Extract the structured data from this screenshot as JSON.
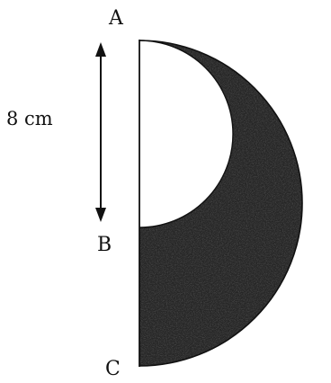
{
  "diagram": {
    "labels": {
      "point_a": "A",
      "point_b": "B",
      "point_c": "C",
      "length": "8 cm"
    },
    "colors": {
      "ink": "#111111",
      "shading_dark": "#1e1e1e",
      "shading_light": "#d9d9d9",
      "background": "#ffffff"
    }
  }
}
